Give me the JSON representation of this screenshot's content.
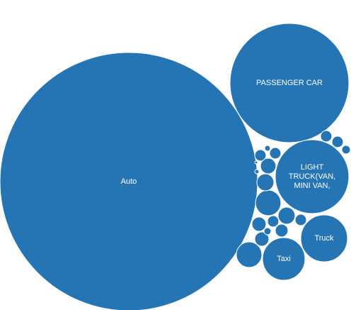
{
  "chart_data": {
    "type": "packed-bubble",
    "color": "#2575b4",
    "label_color": "#ffffff",
    "title": "",
    "bubbles": [
      {
        "label": "Auto",
        "lines": [
          "Auto"
        ]
      },
      {
        "label": "PASSENGER CAR",
        "lines": [
          "PASSENGER CAR"
        ]
      },
      {
        "label": "LIGHT TRUCK(VAN, MINI VAN,",
        "lines": [
          "LIGHT",
          "TRUCK(VAN,",
          "MINI VAN,"
        ]
      },
      {
        "label": "Truck",
        "lines": [
          "Truck"
        ]
      },
      {
        "label": "Taxi",
        "lines": [
          "Taxi"
        ]
      },
      {
        "label": "",
        "lines": []
      },
      {
        "label": "",
        "lines": []
      },
      {
        "label": "",
        "lines": []
      },
      {
        "label": "",
        "lines": []
      },
      {
        "label": "",
        "lines": []
      },
      {
        "label": "",
        "lines": []
      },
      {
        "label": "",
        "lines": []
      },
      {
        "label": "",
        "lines": []
      },
      {
        "label": "",
        "lines": []
      },
      {
        "label": "",
        "lines": []
      },
      {
        "label": "",
        "lines": []
      },
      {
        "label": "",
        "lines": []
      },
      {
        "label": "",
        "lines": []
      },
      {
        "label": "",
        "lines": []
      },
      {
        "label": "",
        "lines": []
      },
      {
        "label": "",
        "lines": []
      },
      {
        "label": "",
        "lines": []
      },
      {
        "label": "",
        "lines": []
      },
      {
        "label": "",
        "lines": []
      }
    ]
  }
}
